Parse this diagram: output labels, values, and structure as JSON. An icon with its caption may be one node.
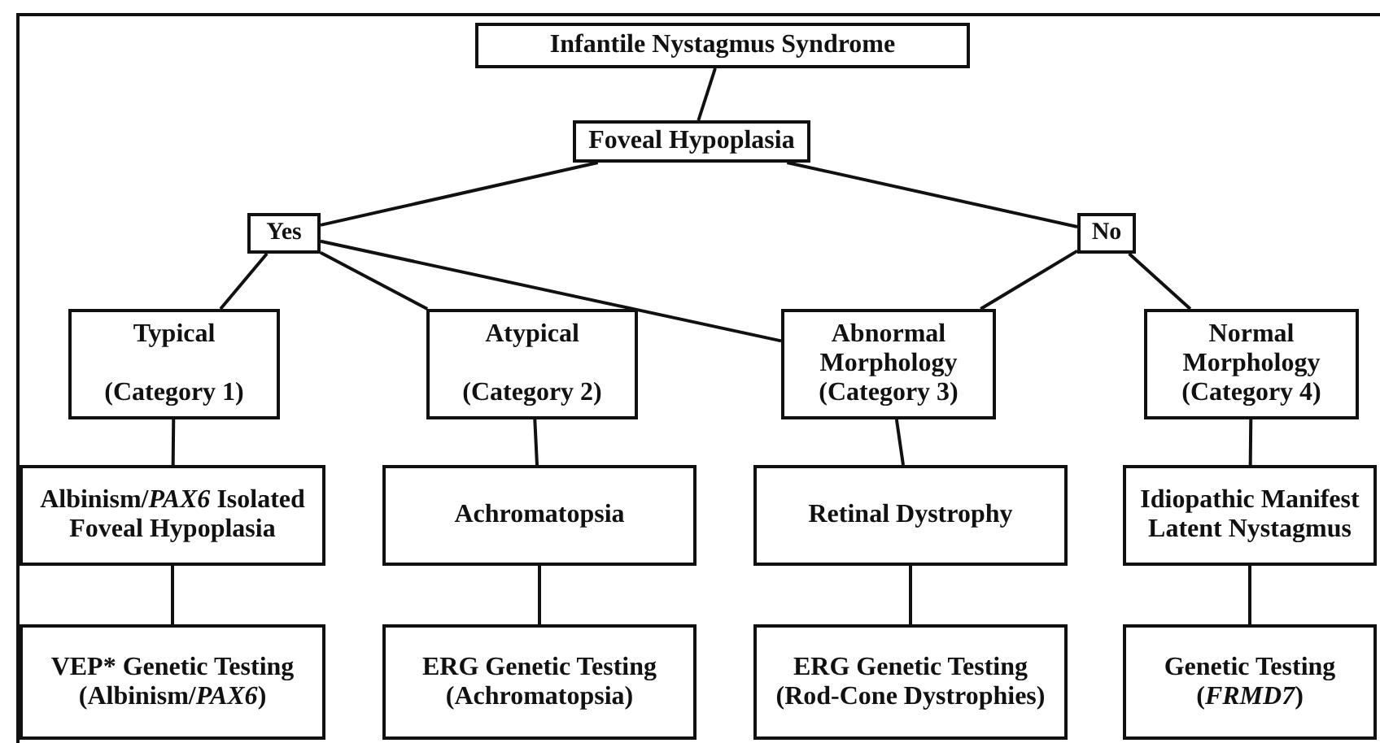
{
  "diagram": {
    "nodes": [
      {
        "text": [
          "Infantile Nystagmus Syndrome"
        ]
      },
      {
        "text": [
          "Foveal Hypoplasia"
        ]
      },
      {
        "text": [
          "Yes"
        ]
      },
      {
        "text": [
          "No"
        ]
      },
      {
        "text": [
          "Typical",
          "(Category 1)"
        ]
      },
      {
        "text": [
          "Atypical",
          "(Category 2)"
        ]
      },
      {
        "text": [
          "Abnormal Morphology (Category 3)"
        ]
      },
      {
        "text": [
          "Normal Morphology (Category 4)"
        ]
      },
      {
        "text": [
          "Albinism/*PAX6* Isolated Foveal Hypoplasia"
        ]
      },
      {
        "text": [
          "Achromatopsia"
        ]
      },
      {
        "text": [
          "Retinal Dystrophy"
        ]
      },
      {
        "text": [
          "Idiopathic Manifest Latent Nystagmus"
        ]
      },
      {
        "text": [
          "VEP* Genetic Testing (Albinism/*PAX6*)"
        ]
      },
      {
        "text": [
          "ERG Genetic Testing (Achromatopsia)"
        ]
      },
      {
        "text": [
          "ERG Genetic Testing (Rod-Cone Dystrophies)"
        ]
      },
      {
        "text": [
          "Genetic Testing (*FRMD7*)"
        ]
      }
    ],
    "edges": [
      {
        "from": 0,
        "to": 1,
        "arrow": "none"
      },
      {
        "from": 1,
        "to": 2,
        "arrow": "none"
      },
      {
        "from": 1,
        "to": 3,
        "arrow": "none"
      },
      {
        "from": 2,
        "to": 4,
        "arrow": "none"
      },
      {
        "from": 2,
        "to": 5,
        "arrow": "none"
      },
      {
        "from": 2,
        "to": 6,
        "arrow": "none"
      },
      {
        "from": 3,
        "to": 6,
        "arrow": "none"
      },
      {
        "from": 3,
        "to": 7,
        "arrow": "none"
      },
      {
        "from": 4,
        "to": 8,
        "arrow": "none"
      },
      {
        "from": 5,
        "to": 9,
        "arrow": "none"
      },
      {
        "from": 6,
        "to": 10,
        "arrow": "none"
      },
      {
        "from": 7,
        "to": 11,
        "arrow": "none"
      },
      {
        "from": 8,
        "to": 12,
        "arrow": "none"
      },
      {
        "from": 9,
        "to": 13,
        "arrow": "none"
      },
      {
        "from": 10,
        "to": 14,
        "arrow": "none"
      },
      {
        "from": 11,
        "to": 15,
        "arrow": "none"
      }
    ]
  }
}
